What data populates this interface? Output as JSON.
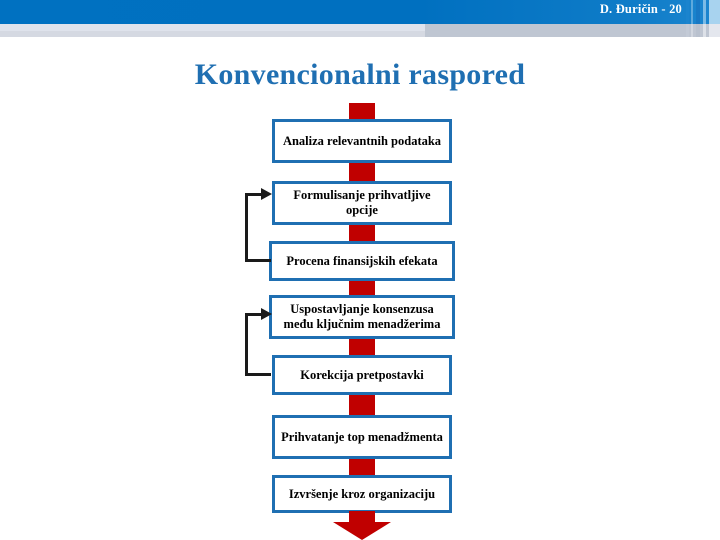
{
  "header": {
    "author_line": "D. Đuričin - 20"
  },
  "title": "Konvencionalni raspored",
  "colors": {
    "banner_blue": "#0070c0",
    "title_blue": "#1f6fb2",
    "box_border_blue": "#1f6fb2",
    "connector_red": "#c00000",
    "feedback_black": "#1a1a1a",
    "banner_gray": "#bfc6d2"
  },
  "diagram": {
    "type": "flowchart",
    "orientation": "vertical",
    "nodes": [
      {
        "id": "n1",
        "label": "Analiza relevantnih podataka",
        "lines": [
          "Analiza relevantnih",
          "podataka"
        ]
      },
      {
        "id": "n2",
        "label": "Formulisanje prihvatljive opcije",
        "lines": [
          "Formulisanje",
          "prihvatljive opcije"
        ]
      },
      {
        "id": "n3",
        "label": "Procena finansijskih efekata",
        "lines": [
          "Procena finansijskih efekata"
        ]
      },
      {
        "id": "n4",
        "label": "Uspostavljanje konsenzusa među ključnim menadžerima",
        "lines": [
          "Uspostavljanje konsenzusa",
          "među ključnim menadžerima"
        ]
      },
      {
        "id": "n5",
        "label": "Korekcija pretpostavki",
        "lines": [
          "Korekcija pretpostavki"
        ]
      },
      {
        "id": "n6",
        "label": "Prihvatanje top menadžmenta",
        "lines": [
          "Prihvatanje",
          "top menadžmenta"
        ]
      },
      {
        "id": "n7",
        "label": "Izvršenje kroz organizaciju",
        "lines": [
          "Izvršenje kroz organizaciju"
        ]
      }
    ],
    "feedback_loops": [
      {
        "from": "n3",
        "to": "n2"
      },
      {
        "from": "n5",
        "to": "n4"
      }
    ]
  }
}
